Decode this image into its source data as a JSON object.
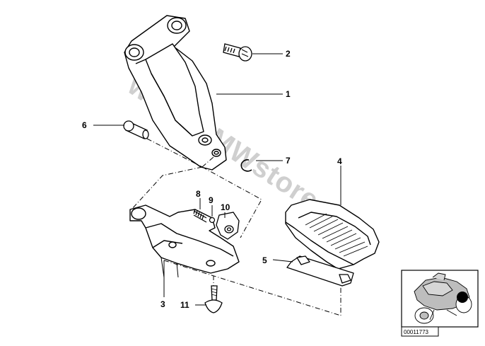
{
  "diagram": {
    "callouts": {
      "c1": "1",
      "c2": "2",
      "c3": "3",
      "c4": "4",
      "c5": "5",
      "c6": "6",
      "c7": "7",
      "c8": "8",
      "c9": "9",
      "c10": "10",
      "c11": "11"
    },
    "inset": {
      "reference_code": "00011773"
    },
    "watermark": "www.BMWstore.pl"
  }
}
